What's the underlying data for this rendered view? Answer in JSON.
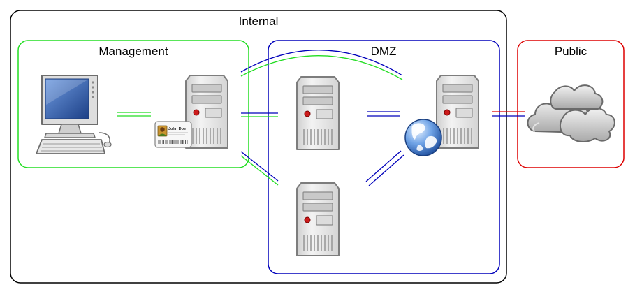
{
  "zones": {
    "internal": {
      "label": "Internal",
      "color": "#000000"
    },
    "management": {
      "label": "Management",
      "color": "#22dd22"
    },
    "dmz": {
      "label": "DMZ",
      "color": "#0000bb"
    },
    "public": {
      "label": "Public",
      "color": "#dd0000"
    }
  },
  "id_card": {
    "name": "John Doe"
  },
  "icons": [
    "computer-icon",
    "server-icon",
    "id-card-icon",
    "globe-icon",
    "cloud-icon"
  ],
  "colors": {
    "server_body": "#e6e6e6",
    "server_edge": "#888888",
    "led": "#cc0000",
    "screen": "#2d5aa8"
  }
}
